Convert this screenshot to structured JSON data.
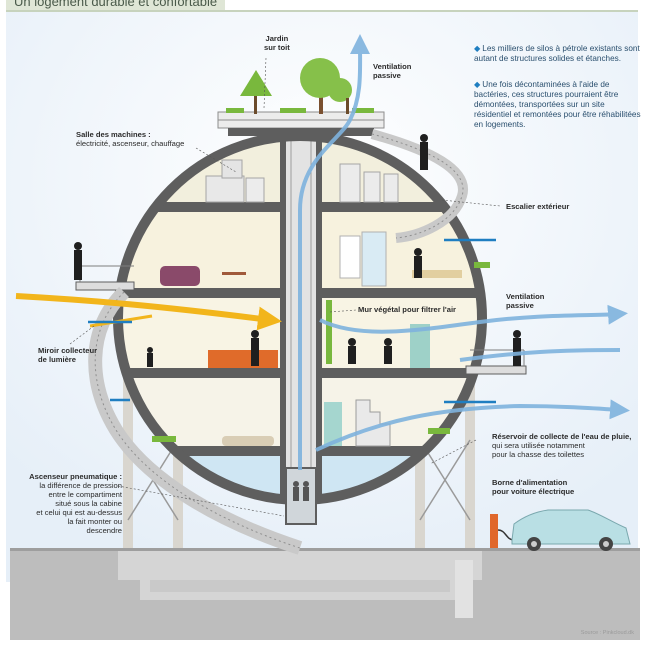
{
  "title": "Un logement durable et confortable",
  "bullets": [
    "Les milliers de silos à pétrole existants sont autant de structures solides et étanches.",
    "Une fois décontaminées à l'aide de bactéries, ces structures pourraient être démontées, transportées sur un site résidentiel et remontées pour être réhabilitées en logements."
  ],
  "labels": {
    "jardin": [
      "Jardin",
      "sur toit"
    ],
    "ventilation_top": [
      "Ventilation",
      "passive"
    ],
    "salle_title": "Salle des machines :",
    "salle_sub": "électricité, ascenseur, chauffage",
    "escalier": "Escalier extérieur",
    "mur": "Mur végétal pour filtrer l'air",
    "ventilation_right": [
      "Ventilation",
      "passive"
    ],
    "miroir": [
      "Miroir collecteur",
      "de lumière"
    ],
    "reservoir_title": "Réservoir de collecte de l'eau de pluie,",
    "reservoir_sub": [
      "qui sera utilisée notamment",
      "pour la chasse des toilettes"
    ],
    "borne": [
      "Borne d'alimentation",
      "pour voiture électrique"
    ],
    "ascenseur_title": "Ascenseur pneumatique :",
    "ascenseur_sub": [
      "la différence de pression",
      "entre le compartiment",
      "situé sous la cabine",
      "et celui qui est au-dessus",
      "la fait monter ou",
      "descendre"
    ]
  },
  "source": "Source : Pinkcloud.dk",
  "colors": {
    "sky": "#eef4fa",
    "wall": "#5e5e5e",
    "floor": "#dcdcdc",
    "airflow": "#7fb3de",
    "sun": "#f2b51b",
    "tree": "#79b83d",
    "water": "#cfe6f3",
    "accent_blue": "#1f7ec1",
    "plug": "#e0672b",
    "car": "#b9dfe4"
  }
}
